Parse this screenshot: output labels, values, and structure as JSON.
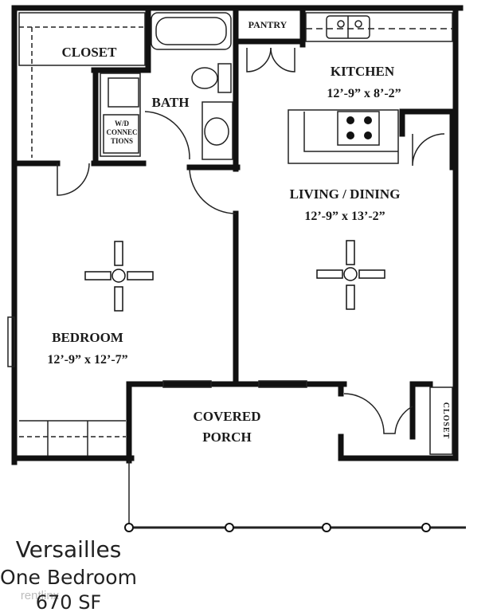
{
  "rooms": {
    "closet_main": "CLOSET",
    "bath": "BATH",
    "pantry": "PANTRY",
    "kitchen": "KITCHEN",
    "kitchen_size": "12’-9” x 8’-2”",
    "living": "LIVING / DINING",
    "living_size": "12’-9” x 13’-2”",
    "bedroom": "BEDROOM",
    "bedroom_size": "12’-9” x 12’-7”",
    "porch_line1": "COVERED",
    "porch_line2": "PORCH",
    "porch_closet": "CLOSET"
  },
  "wd": {
    "line1": "W/D",
    "line2": "CONNEC",
    "line3": "TIONS"
  },
  "caption": {
    "name": "Versailles",
    "type": "One Bedroom",
    "area": "670 SF"
  },
  "watermark": "rentlinx",
  "colors": {
    "wall": "#111111",
    "line": "#222222",
    "background": "#ffffff"
  }
}
